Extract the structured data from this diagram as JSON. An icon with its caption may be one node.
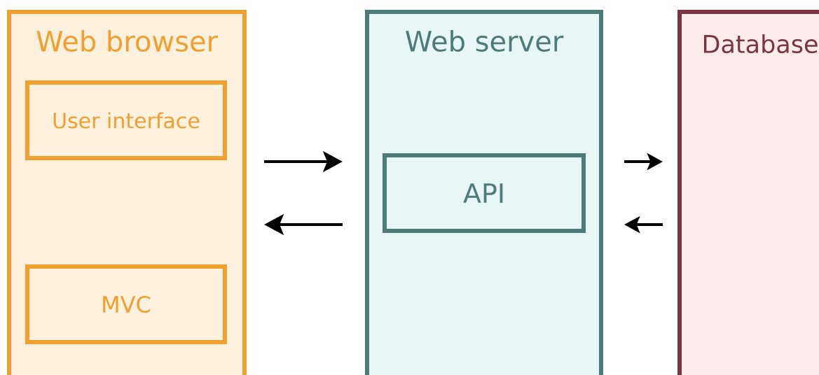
{
  "diagram": {
    "nodes": [
      {
        "text": [
          "Web browser"
        ]
      },
      {
        "text": [
          "User interface"
        ],
        "in": 0
      },
      {
        "text": [
          "MVC"
        ],
        "in": 0
      },
      {
        "text": [
          "Web server"
        ]
      },
      {
        "text": [
          "API"
        ],
        "in": 3
      },
      {
        "text": [
          "Database"
        ]
      }
    ],
    "edges": [
      {
        "from": 0,
        "to": 3,
        "arrow": "to"
      },
      {
        "from": 3,
        "to": 0,
        "arrow": "to"
      },
      {
        "from": 3,
        "to": 5,
        "arrow": "to"
      },
      {
        "from": 5,
        "to": 3,
        "arrow": "to"
      }
    ]
  }
}
